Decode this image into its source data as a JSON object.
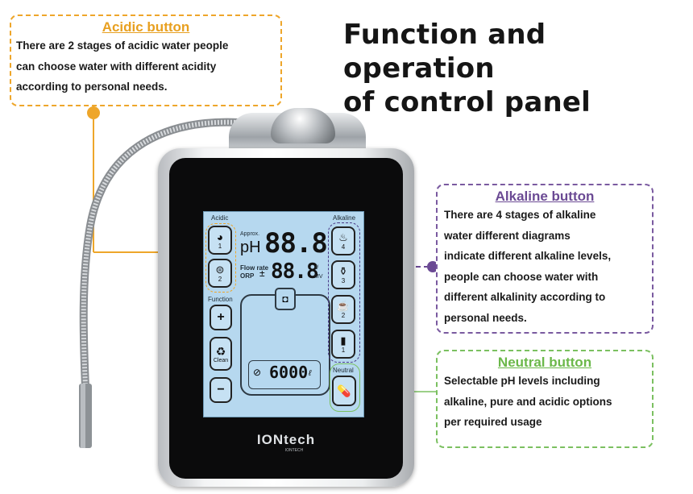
{
  "page": {
    "title_line1": "Function and operation",
    "title_line2": "of control panel"
  },
  "callouts": {
    "acidic": {
      "heading": "Acidic button",
      "lines": [
        "There are 2 stages of acidic water people",
        "can choose water with different acidity",
        "according to personal needs."
      ],
      "color": "#e8a020"
    },
    "alkaline": {
      "heading": "Alkaline button",
      "lines": [
        "There are 4 stages of alkaline",
        "water different diagrams",
        "indicate different alkaline levels,",
        "people can choose  water   with",
        "different alkalinity according to",
        "personal needs."
      ],
      "color": "#6b4a94"
    },
    "neutral": {
      "heading": "Neutral button",
      "lines": [
        "Selectable pH levels including",
        "alkaline, pure and acidic options",
        "per required usage"
      ],
      "color": "#6bb84a"
    }
  },
  "panel": {
    "acidic_label": "Acidic",
    "acidic_levels": [
      "1",
      "2"
    ],
    "function_label": "Function",
    "plus_label": "+",
    "clean_label": "Clean",
    "minus_label": "−",
    "alkaline_label": "Alkaline",
    "alkaline_levels": [
      "4",
      "3",
      "2",
      "1"
    ],
    "neutral_label": "Neutral",
    "approx_label": "Approx.",
    "ph_label": "pH",
    "ph_value": "88.8",
    "flow_rate_label": "Flow rate",
    "orp_label": "ORP",
    "plus_minus": "±",
    "orp_value": "88.8",
    "unit_flow": "ℓ/",
    "unit_mv": "MV",
    "filter_value": "6000",
    "filter_unit": "ℓ",
    "brand_main": "IONtech",
    "brand_sub": "IONTECH"
  },
  "icons": {
    "acidic_1": "face-cream-icon",
    "acidic_2": "dish-cutlery-icon",
    "alkaline_4": "pot-icon",
    "alkaline_3": "kettle-icon",
    "alkaline_2": "cup-icon",
    "alkaline_1": "glass-icon",
    "neutral": "pill-bottle-icon",
    "clean": "recycle-icon",
    "filter": "filter-cartridge-icon"
  }
}
